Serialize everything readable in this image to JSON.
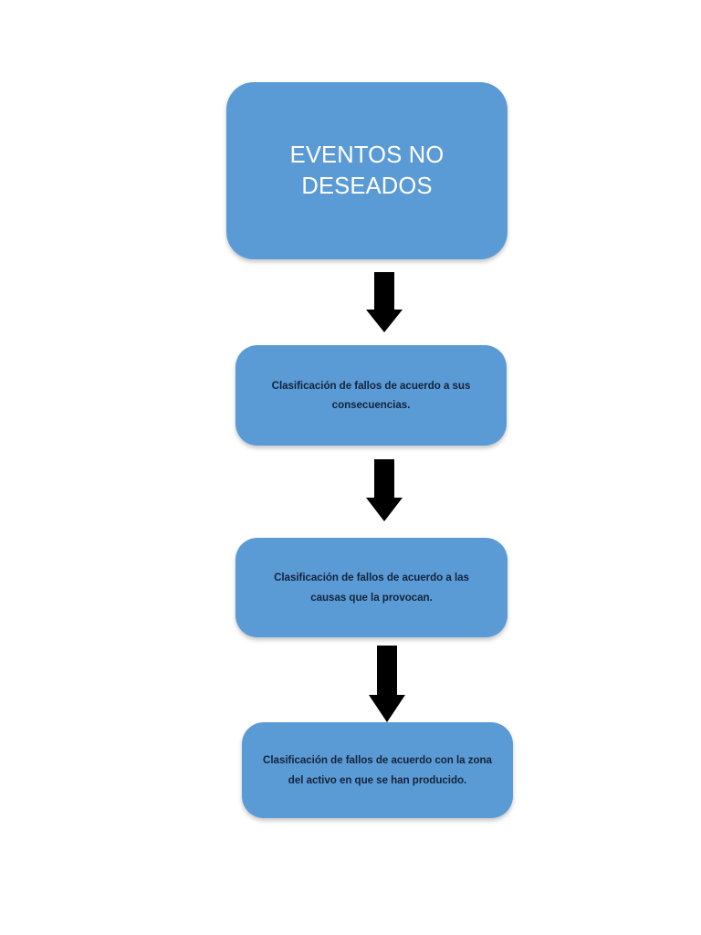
{
  "document": {
    "type": "flowchart",
    "background_color": "#FFFFFF",
    "node_fill_color": "#5B9BD5",
    "title_text_color": "#FFFFFF",
    "body_text_color": "#12233B",
    "arrow_color": "#000000"
  },
  "flowchart": {
    "nodes": [
      {
        "id": "eventos-no-deseados",
        "label": "EVENTOS NO DESEADOS",
        "role": "title"
      },
      {
        "id": "clasificacion-consecuencias",
        "label": "Clasificación de fallos de acuerdo a sus consecuencias.",
        "role": "step"
      },
      {
        "id": "clasificacion-causas",
        "label": "Clasificación de fallos de acuerdo a las causas que la provocan.",
        "role": "step"
      },
      {
        "id": "clasificacion-zona",
        "label": "Clasificación de fallos de acuerdo con la zona del activo en que se han producido.",
        "role": "step"
      }
    ],
    "connectors": [
      {
        "id": "arrow-1",
        "icon": "arrow-down-icon",
        "from": "eventos-no-deseados",
        "to": "clasificacion-consecuencias"
      },
      {
        "id": "arrow-2",
        "icon": "arrow-down-icon",
        "from": "clasificacion-consecuencias",
        "to": "clasificacion-causas"
      },
      {
        "id": "arrow-3",
        "icon": "arrow-down-icon",
        "from": "clasificacion-causas",
        "to": "clasificacion-zona"
      }
    ]
  }
}
